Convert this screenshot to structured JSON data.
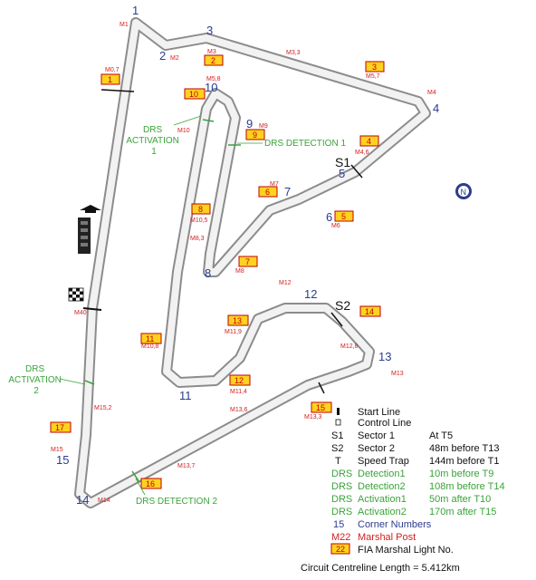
{
  "colors": {
    "track_fill": "#f2f2f2",
    "track_edge": "#8c8c8c",
    "turn_number": "#2b3c8f",
    "marshal_post": "#d42020",
    "light_box_fill": "#ffd21f",
    "light_box_edge": "#c00000",
    "drs": "#3aa33a"
  },
  "turns": [
    "1",
    "2",
    "3",
    "4",
    "5",
    "6",
    "7",
    "8",
    "9",
    "10",
    "11",
    "12",
    "13",
    "14",
    "15"
  ],
  "marshal_posts": [
    "M1",
    "M2",
    "M3",
    "M3,3",
    "M4",
    "M4,6",
    "M5,7",
    "M5,8",
    "M6",
    "M7",
    "M8",
    "M9",
    "M10",
    "M10,5",
    "M10,8",
    "M11,4",
    "M11,9",
    "M12",
    "M12,8",
    "M13",
    "M13,3",
    "M13,6",
    "M13,7",
    "M14",
    "M15",
    "M15,2",
    "M40",
    "M0,7",
    "M8,3"
  ],
  "light_boxes": [
    "1",
    "2",
    "3",
    "4",
    "5",
    "6",
    "7",
    "8",
    "9",
    "10",
    "11",
    "12",
    "13",
    "14",
    "15",
    "16",
    "17"
  ],
  "sectors": [
    "S1",
    "S2"
  ],
  "drs_labels": {
    "activation1": [
      "DRS",
      "ACTIVATION",
      "1"
    ],
    "detection1": "DRS DETECTION 1",
    "activation2": [
      "DRS",
      "ACTIVATION",
      "2"
    ],
    "detection2": "DRS DETECTION 2"
  },
  "icons": [
    "start-line-icon",
    "control-line-icon",
    "checkered-flag-icon",
    "grandstand-icon",
    "pit-building-icon",
    "north-compass-icon"
  ],
  "legend": [
    {
      "symbol": "▮",
      "label": "Start Line",
      "value": "",
      "color": "#111111"
    },
    {
      "symbol": "▩",
      "label": "Control Line",
      "value": "",
      "color": "#111111"
    },
    {
      "symbol": "S1",
      "label": "Sector 1",
      "value": "At T5",
      "color": "#111111"
    },
    {
      "symbol": "S2",
      "label": "Sector 2",
      "value": "48m before T13",
      "color": "#111111"
    },
    {
      "symbol": "T",
      "label": "Speed Trap",
      "value": "144m before T1",
      "color": "#111111"
    },
    {
      "symbol": "DRS",
      "label": "Detection1",
      "value": "10m before T9",
      "color": "#3aa33a"
    },
    {
      "symbol": "DRS",
      "label": "Detection2",
      "value": "108m before T14",
      "color": "#3aa33a"
    },
    {
      "symbol": "DRS",
      "label": "Activation1",
      "value": "50m after T10",
      "color": "#3aa33a"
    },
    {
      "symbol": "DRS",
      "label": "Activation2",
      "value": "170m after T15",
      "color": "#3aa33a"
    },
    {
      "symbol": "15",
      "label": "Corner Numbers",
      "value": "",
      "color": "#2b3c8f"
    },
    {
      "symbol": "M22",
      "label": "Marshal Post",
      "value": "",
      "color": "#d42020"
    },
    {
      "symbol": "22",
      "label": "FIA Marshal Light No.",
      "value": "",
      "color": "#111111"
    }
  ],
  "footer": {
    "text": "Circuit Centreline Length = 5.412km"
  }
}
